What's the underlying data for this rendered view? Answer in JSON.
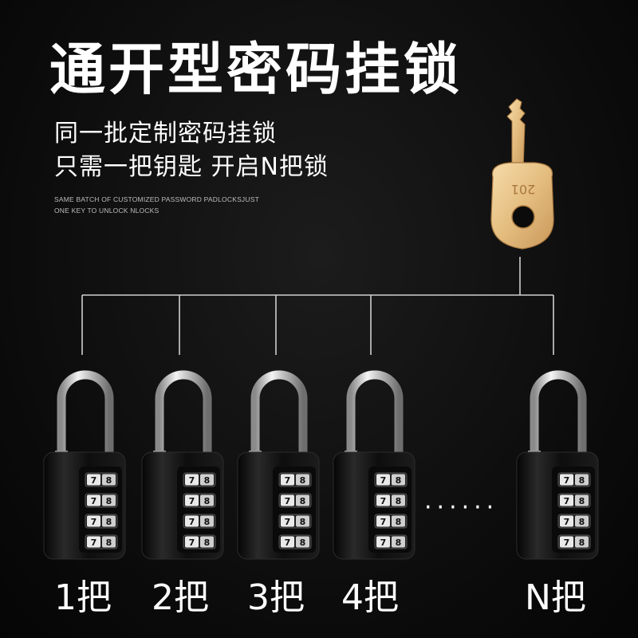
{
  "heading": {
    "title": "通开型密码挂锁",
    "subtitle_line1": "同一批定制密码挂锁",
    "subtitle_line2": "只需一把钥匙 开启N把锁",
    "english_line1": "SAME BATCH OF CUSTOMIZED PASSWORD PADLOCKSJUST",
    "english_line2": "ONE KEY TO UNLOCK NLOCKS"
  },
  "key": {
    "engraving": "201"
  },
  "locks": [
    {
      "label": "1把",
      "digits": [
        "7",
        "8"
      ]
    },
    {
      "label": "2把",
      "digits": [
        "7",
        "8"
      ]
    },
    {
      "label": "3把",
      "digits": [
        "7",
        "8"
      ]
    },
    {
      "label": "4把",
      "digits": [
        "7",
        "8"
      ]
    },
    {
      "label": "N把",
      "digits": [
        "7",
        "8"
      ]
    }
  ],
  "ellipsis": "······",
  "colors": {
    "background": "#0b0b0b",
    "text": "#ffffff",
    "key_gold": "#e8c48a",
    "lock_body": "#111111",
    "shackle": "#d8d8d8"
  }
}
